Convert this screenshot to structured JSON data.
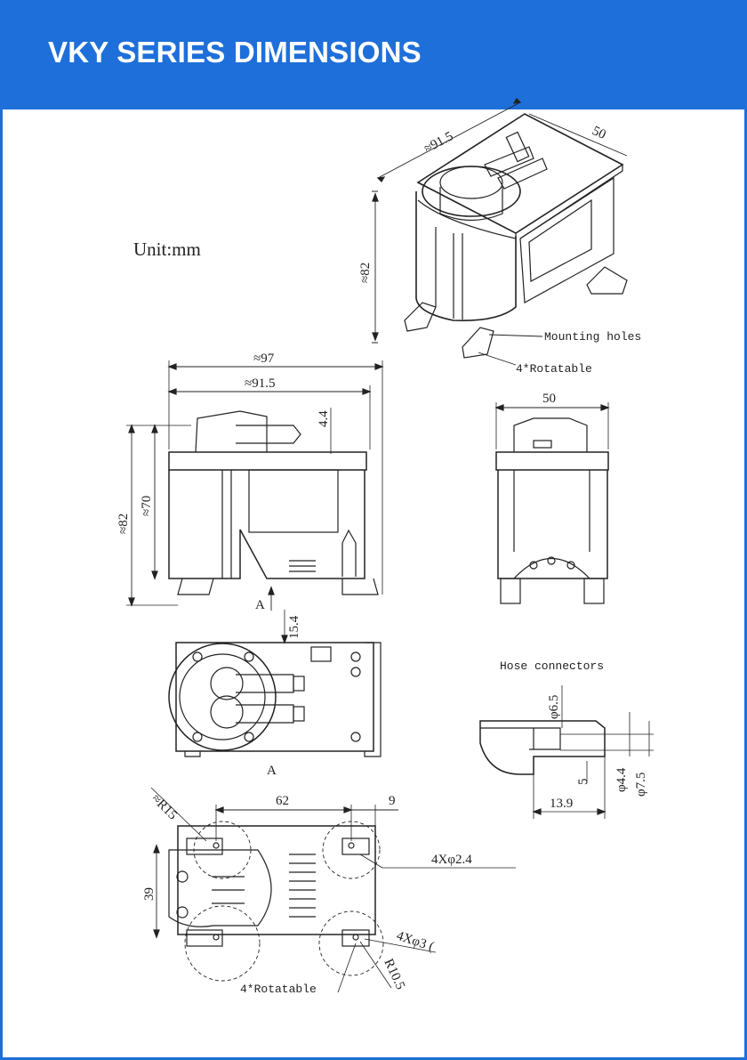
{
  "header": {
    "title": "VKY SERIES DIMENSIONS",
    "bg_color": "#1e6fd9"
  },
  "unit_label": "Unit:mm",
  "iso_view": {
    "length": "≈91.5",
    "width": "50",
    "height": "≈82",
    "callout_mounting": "Mounting holes",
    "callout_rotatable": "4*Rotatable"
  },
  "front_view": {
    "overall_width": "≈97",
    "body_width": "≈91.5",
    "nozzle_height": "4.4",
    "overall_height": "≈82",
    "body_height": "≈70",
    "section_mark": "A"
  },
  "side_view": {
    "width": "50"
  },
  "top_view": {
    "offset": "15.4",
    "section_mark": "A"
  },
  "hose_connectors": {
    "title": "Hose connectors",
    "d_inner": "φ6.5",
    "d_small": "φ4.4",
    "d_outer": "φ7.5",
    "length": "13.9",
    "step": "5"
  },
  "bottom_view": {
    "radius_top": "≈R15",
    "spacing": "62",
    "edge": "9",
    "height": "39",
    "holes_small": "4Xφ2.4",
    "holes_large": "4Xφ3 (",
    "radius_bottom": "R10.5",
    "callout_rotatable": "4*Rotatable"
  }
}
